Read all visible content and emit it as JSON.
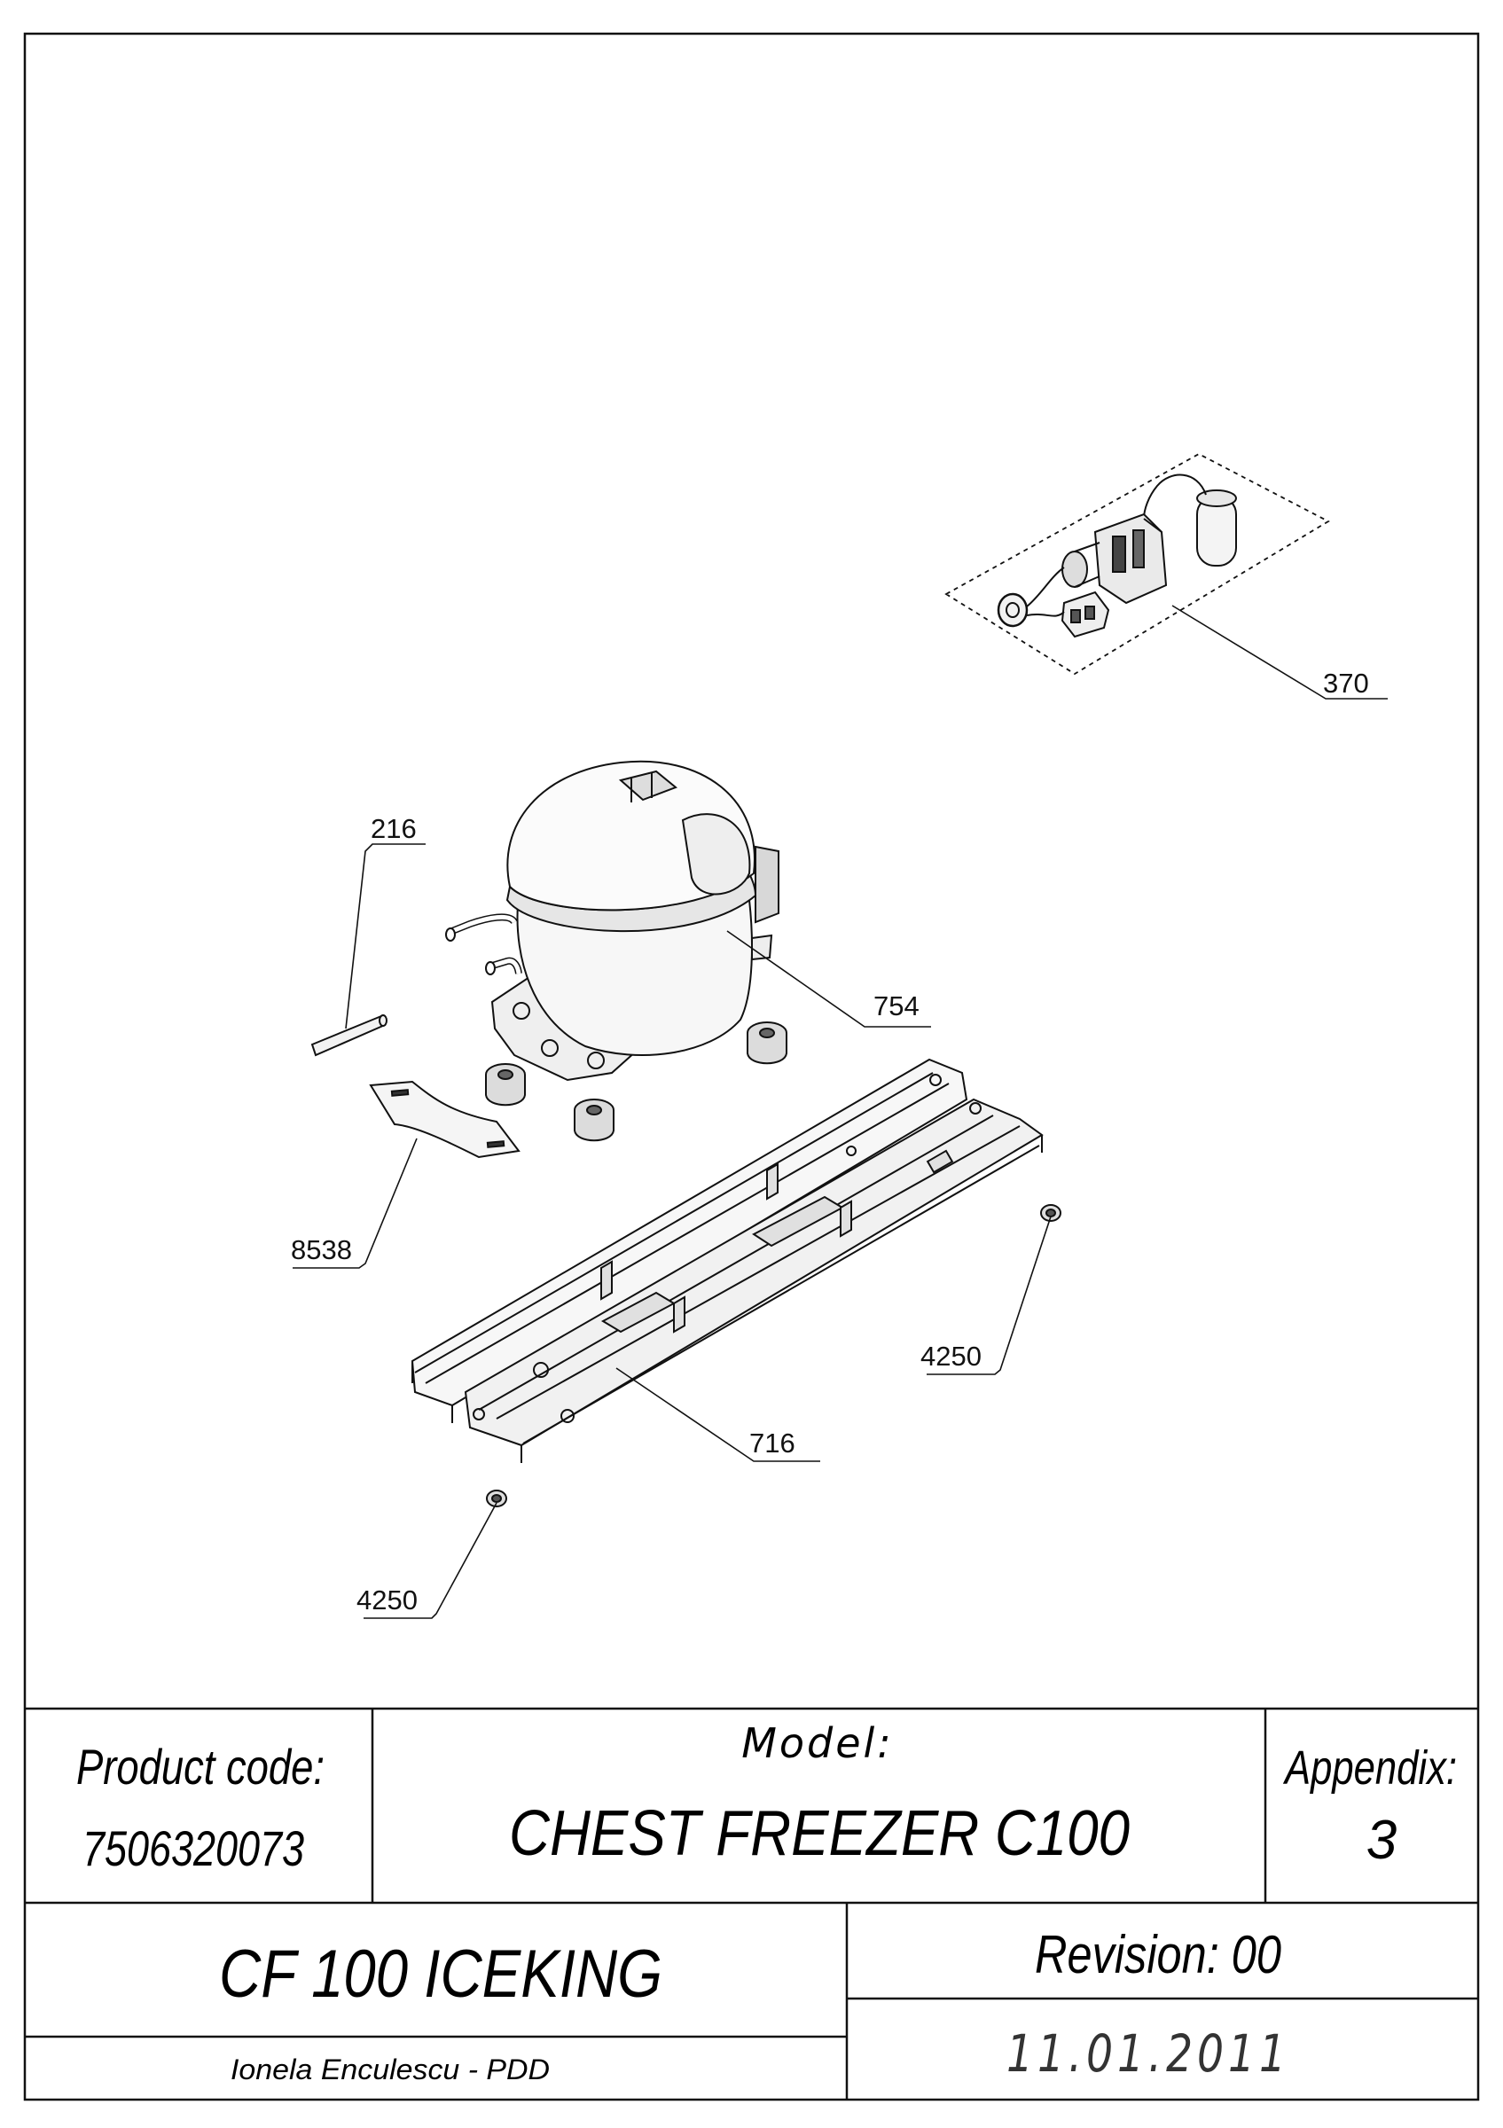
{
  "callouts": [
    {
      "id": "370",
      "label": "370"
    },
    {
      "id": "216",
      "label": "216"
    },
    {
      "id": "754",
      "label": "754"
    },
    {
      "id": "8538",
      "label": "8538"
    },
    {
      "id": "4250a",
      "label": "4250"
    },
    {
      "id": "716",
      "label": "716"
    },
    {
      "id": "4250b",
      "label": "4250"
    }
  ],
  "title_block": {
    "product_code_label": "Product code:",
    "product_code": "7506320073",
    "model_label": "Model:",
    "model": "CHEST FREEZER C100",
    "appendix_label": "Appendix:",
    "appendix": "3",
    "name": "CF 100 ICEKING",
    "revision": "Revision: 00",
    "author": "Ionela Enculescu - PDD",
    "date": "11.01.2011"
  }
}
